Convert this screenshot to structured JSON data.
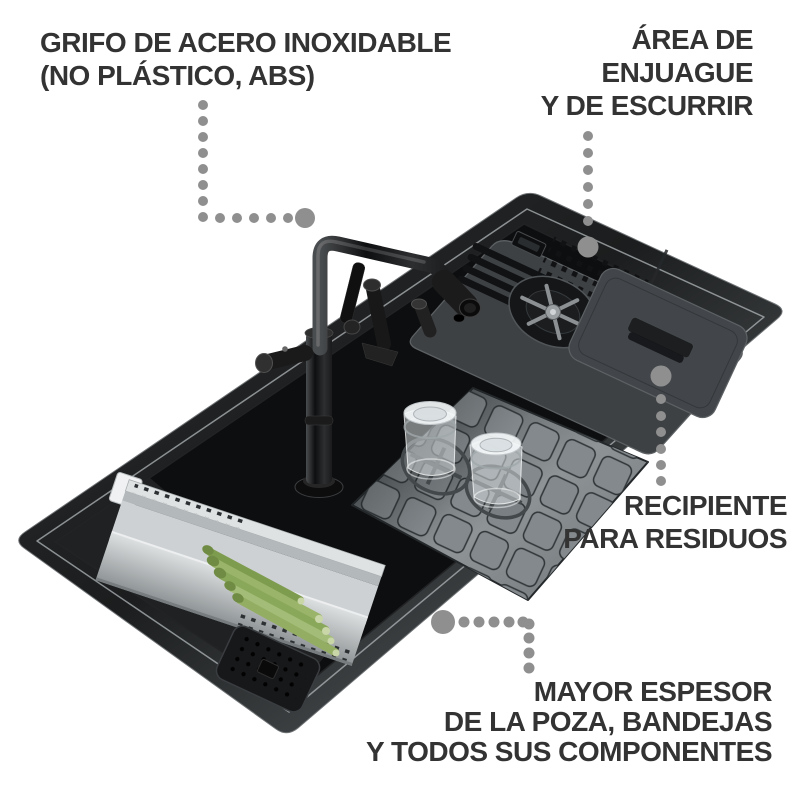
{
  "page": {
    "background": "#ffffff"
  },
  "style": {
    "label_text_color": "#333333",
    "leader_dot_color": "#8f8f8f",
    "sink_body_color": "#1f2224",
    "panel_color": "#3e4144",
    "tray_color": "#8e9496",
    "steel_color": "#d6d9da",
    "asparagus_color": "#8fae5a"
  },
  "labels": {
    "faucet": {
      "lines": [
        "GRIFO DE ACERO INOXIDABLE",
        "(NO PLÁSTICO, ABS)"
      ]
    },
    "rinse_area": {
      "lines": [
        "ÁREA DE",
        "ENJUAGUE",
        "Y DE ESCURRIR"
      ]
    },
    "waste_container": {
      "lines": [
        "RECIPIENTE",
        "PARA RESIDUOS"
      ]
    },
    "thickness": {
      "lines": [
        "MAYOR ESPESOR",
        "DE LA POZA, BANDEJAS",
        "Y TODOS SUS COMPONENTES"
      ]
    }
  },
  "illustration": {
    "components": [
      "folding black steel faucet with side sprayer",
      "cup rinser",
      "vent slots and perforated rinse-drain area",
      "waste container lid with handle",
      "drainboard tray with square bumps",
      "two inverted glasses",
      "stainless colander with asparagus",
      "perforated drain cover"
    ]
  }
}
